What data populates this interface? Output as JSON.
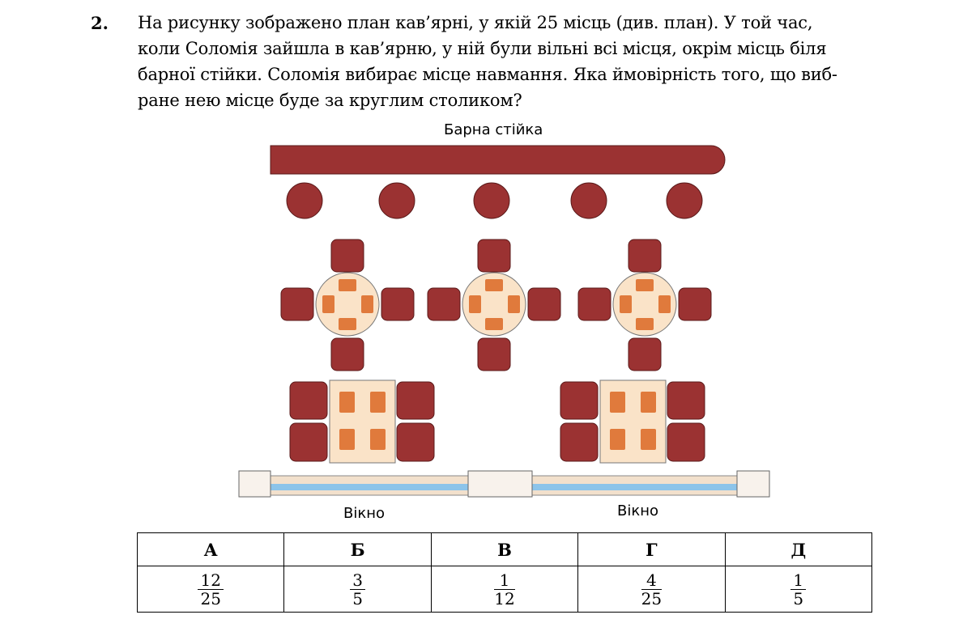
{
  "problem": {
    "number": "2.",
    "lines": [
      "На рисунку зображено план кав’ярні, у якій 25 місць (див. план). У той час,",
      "коли Соломія зайшла в кав’ярню, у ній були вільні всі місця, окрім місць біля",
      "барної стійки. Соломія вибирає місце навмання. Яка ймовірність того, що виб-",
      "ране нею місце буде за круглим столиком?"
    ]
  },
  "plan": {
    "bar_label": "Барна стійка",
    "window_label_left": "Вікно",
    "window_label_right": "Вікно",
    "colors": {
      "furniture": "#9b3232",
      "tabletop": "#fae3c8",
      "plate": "#e07a3c",
      "glass": "#8cc4ea"
    }
  },
  "answers": {
    "headers": [
      "А",
      "Б",
      "В",
      "Г",
      "Д"
    ],
    "values": [
      {
        "n": "12",
        "d": "25"
      },
      {
        "n": "3",
        "d": "5"
      },
      {
        "n": "1",
        "d": "12"
      },
      {
        "n": "4",
        "d": "25"
      },
      {
        "n": "1",
        "d": "5"
      }
    ]
  }
}
